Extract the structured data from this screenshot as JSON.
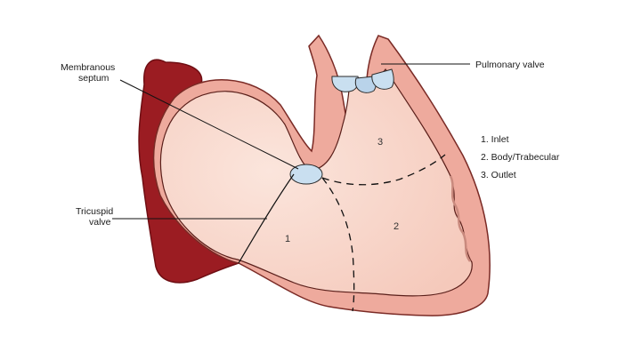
{
  "colors": {
    "background": "#ffffff",
    "wall_dark": "#9b1c22",
    "wall_outline": "#7a1015",
    "wall_pink": "#eeaa9d",
    "chamber_fill": "#f8d3c7",
    "chamber_light": "#fbe2d9",
    "valve_blue": "#c9dff0",
    "line": "#111111"
  },
  "labels": {
    "membranous_line1": "Membranous",
    "membranous_line2": "septum",
    "tricuspid_line1": "Tricuspid",
    "tricuspid_line2": "valve",
    "pulmonary": "Pulmonary valve"
  },
  "legend": [
    "1. Inlet",
    "2. Body/Trabecular",
    "3. Outlet"
  ],
  "regions": [
    "1",
    "2",
    "3"
  ]
}
